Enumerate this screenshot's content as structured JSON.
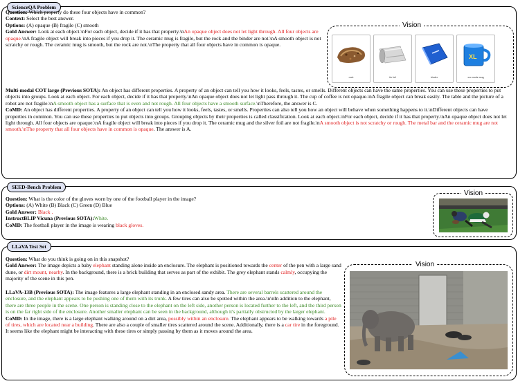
{
  "labels": {
    "question": "Question:",
    "context": "Context:",
    "options": "Options:",
    "gold": "Gold Answer:",
    "comd": "CoMD:",
    "vision": "Vision"
  },
  "scienceqa": {
    "tag": "ScienceQA Problem",
    "question": "Which property do these four objects have in common?",
    "context": "Select the best answer.",
    "options": "(A) opaque (B) fragile (C) smooth",
    "gold_pre": "Look at each object.\\nFor each object, decide if it has that property.\\n",
    "gold_red": "An opaque object does not let light through. All four objects are opaque.",
    "gold_post": "\\nA fragile object will break into pieces if you drop it. The ceramic mug is fragile, but the rock and the binder are not.\\nA smooth object is not scratchy or rough. The ceramic mug is smooth, but the rock are not.\\nThe property that all four objects have in common is opaque.",
    "cot_label": "Multi-modal COT large (Previous SOTA):",
    "cot_pre": " An object has different properties. A property of an object can tell you how it looks, feels, tastes, or smells. Different objects can have the same properties. You can use these properties to put objects into groups. Look at each object. For each object, decide if it has that property.\\nAn opaque object does not let light pass through it. The cup of coffee is not opaque.\\nA fragile object can break easily. The table and the picture of a robot are not fragile.\\n",
    "cot_green": "A smooth object has a surface that is even and not rough. All four objects have a smooth surface.",
    "cot_post": "\\nTherefore, the answer is C.",
    "comd_pre": " An object has different properties. A property of an object can tell you how it looks, feels, tastes, or smells. Properties can also tell you how an object will behave when something happens to it.\\nDifferent objects can have properties in common. You can use these properties to put objects into groups. Grouping objects by their properties is called classification. Look at each object.\\nFor each object, decide if it has that property.\\nAn opaque object does not let light through. All four objects are opaque.\\nA fragile object will break into pieces if you drop it. The ceramic mug and the silver foil are not fragile.\\n",
    "comd_red": "A smooth object is not scratchy or rough. The metal bar and the ceramic mug are not smooth.\\nThe property that all four objects have in common is opaque",
    "comd_post": ". The answer is A.",
    "objects": [
      {
        "caption": "rock",
        "icon": "rock-icon"
      },
      {
        "caption": "tin foil",
        "icon": "foil-roll-icon"
      },
      {
        "caption": "binder",
        "icon": "binder-icon"
      },
      {
        "caption": "xxx mode mug",
        "icon": "mug-icon"
      }
    ]
  },
  "seed": {
    "tag": "SEED-Bench Problem",
    "question": "What is the color of the gloves worn by one of the football player in the image?",
    "options": "(A) White (B) Black (C) Green (D) Blue",
    "gold": "Black .",
    "instructblip_label": "InstructBLIP Vicuna (Previous SOTA):",
    "instructblip_answer": "White.",
    "comd_pre": " The football player in the image is wearing ",
    "comd_red": "black gloves."
  },
  "llava": {
    "tag": "LLaVA Test Set",
    "question": "What do you think is going on in this snapshot?",
    "gold_1": " The image depicts a baby ",
    "gold_r1": "elephant",
    "gold_2": " standing alone inside an enclosure. The elephant is positioned towards the ",
    "gold_r2": "center",
    "gold_3": " of the pen with a large sand dune, or ",
    "gold_r3": "dirt mount, nearby",
    "gold_4": ". In the background, there is a brick building that serves as part of the exhibit. The grey elephant stands ",
    "gold_r4": "calmly",
    "gold_5": ", occupying the majority of the scene in this pen.",
    "l13_label": "LLaVA-13B (Previous SOTA):",
    "l13_1": " The image features a large elephant standing in an enclosed sandy area. ",
    "l13_g1": "There are several barrels scattered around the enclosure, and the elephant appears to be pushing one of them with its trunk.",
    "l13_2": " A few tires can also be spotted within the area.\\n\\nIn addition to the elephant, ",
    "l13_g2": "there are three people in the scene. One person is standing close to the elephant on the left side, another person is located further to the left, and the third person is on the far right side of the enclosure. Another smaller elephant can be seen in the background, although it's partially obstructed by the larger elephant.",
    "comd_1": " In the image, there is a large elephant walking around on a dirt area, ",
    "comd_r1": "possibly within an enclosure",
    "comd_2": ". The elephant appears to be walking towards ",
    "comd_r2": "a pile of tires, which are located near a building",
    "comd_3": ". There are also a couple of smaller tires scattered around the scene. Additionally, there is a ",
    "comd_r3": "car tire",
    "comd_4": " in the foreground. It seems like the elephant might be interacting with these tires or simply passing by them as it moves around the area."
  }
}
